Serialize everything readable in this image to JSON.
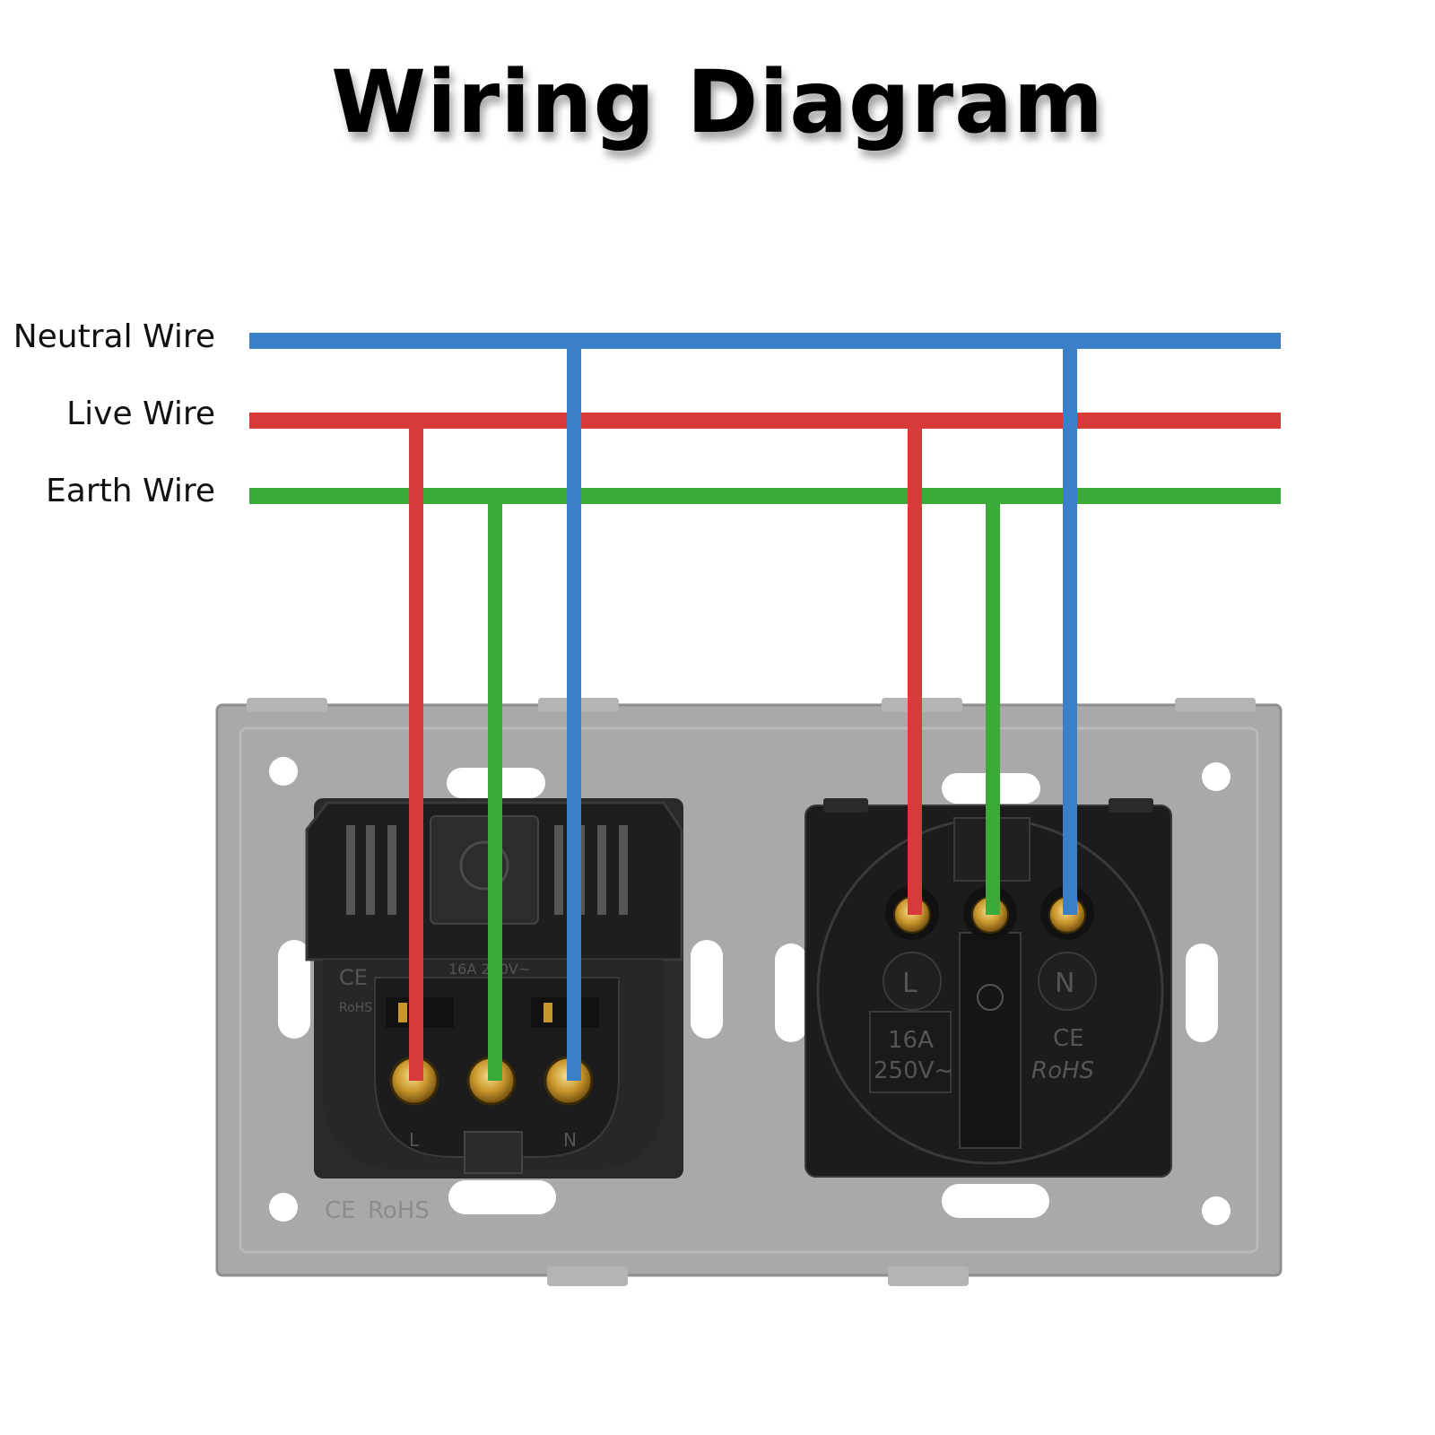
{
  "title": "Wiring Diagram",
  "wires": {
    "neutral": {
      "label": "Neutral Wire",
      "color": "#3a7fc8"
    },
    "live": {
      "label": "Live Wire",
      "color": "#d83a3a"
    },
    "earth": {
      "label": "Earth Wire",
      "color": "#3aaa3a"
    }
  },
  "left_socket": {
    "markings": {
      "ce": "CE",
      "rohs": "RoHS",
      "terminal_l": "L",
      "terminal_n": "N",
      "rating": "16A 250V~"
    },
    "plate_markings": {
      "ce": "CE",
      "rohs": "RoHS"
    }
  },
  "right_socket": {
    "markings": {
      "terminal_l": "L",
      "terminal_n": "N",
      "amps": "16A",
      "volts": "250V~",
      "ce": "CE",
      "rohs": "RoHS"
    }
  },
  "colors": {
    "plate": "#a9a9a9",
    "socket_body": "#1c1c1e",
    "terminal": "#c9962c"
  }
}
